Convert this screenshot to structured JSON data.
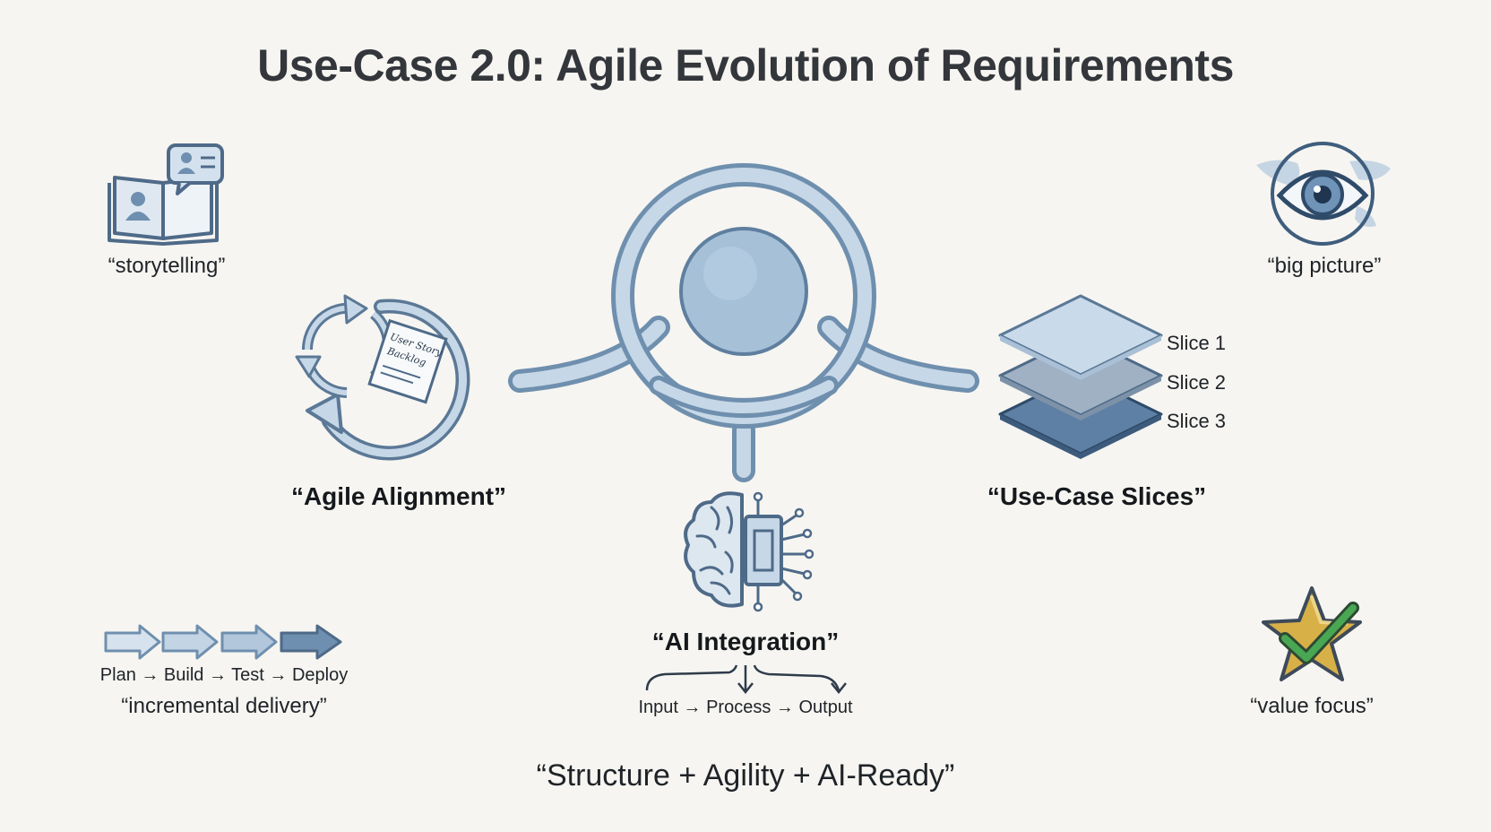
{
  "title": "Use-Case 2.0: Agile Evolution of Requirements",
  "labels": {
    "storytelling": "“storytelling”",
    "big_picture": "“big picture”",
    "agile_alignment": "“Agile Alignment”",
    "use_case_slices": "“Use-Case Slices”",
    "ai_integration": "“AI Integration”",
    "incremental_delivery": "“incremental delivery”",
    "value_focus": "“value focus”"
  },
  "backlog_note": [
    "User Story",
    "Backlog"
  ],
  "slices": [
    "Slice 1",
    "Slice 2",
    "Slice 3"
  ],
  "delivery_flow": "Plan → Build → Test → Deploy",
  "ai_flow": "Input → Process → Output",
  "tagline": "“Structure + Agility + AI-Ready”",
  "colors": {
    "stroke": "#5b7896",
    "fill_light": "#c9d9e8",
    "fill_mid": "#9fb8cf",
    "fill_dark": "#5e80a4",
    "star": "#d8b048",
    "check": "#3f9a4a"
  }
}
